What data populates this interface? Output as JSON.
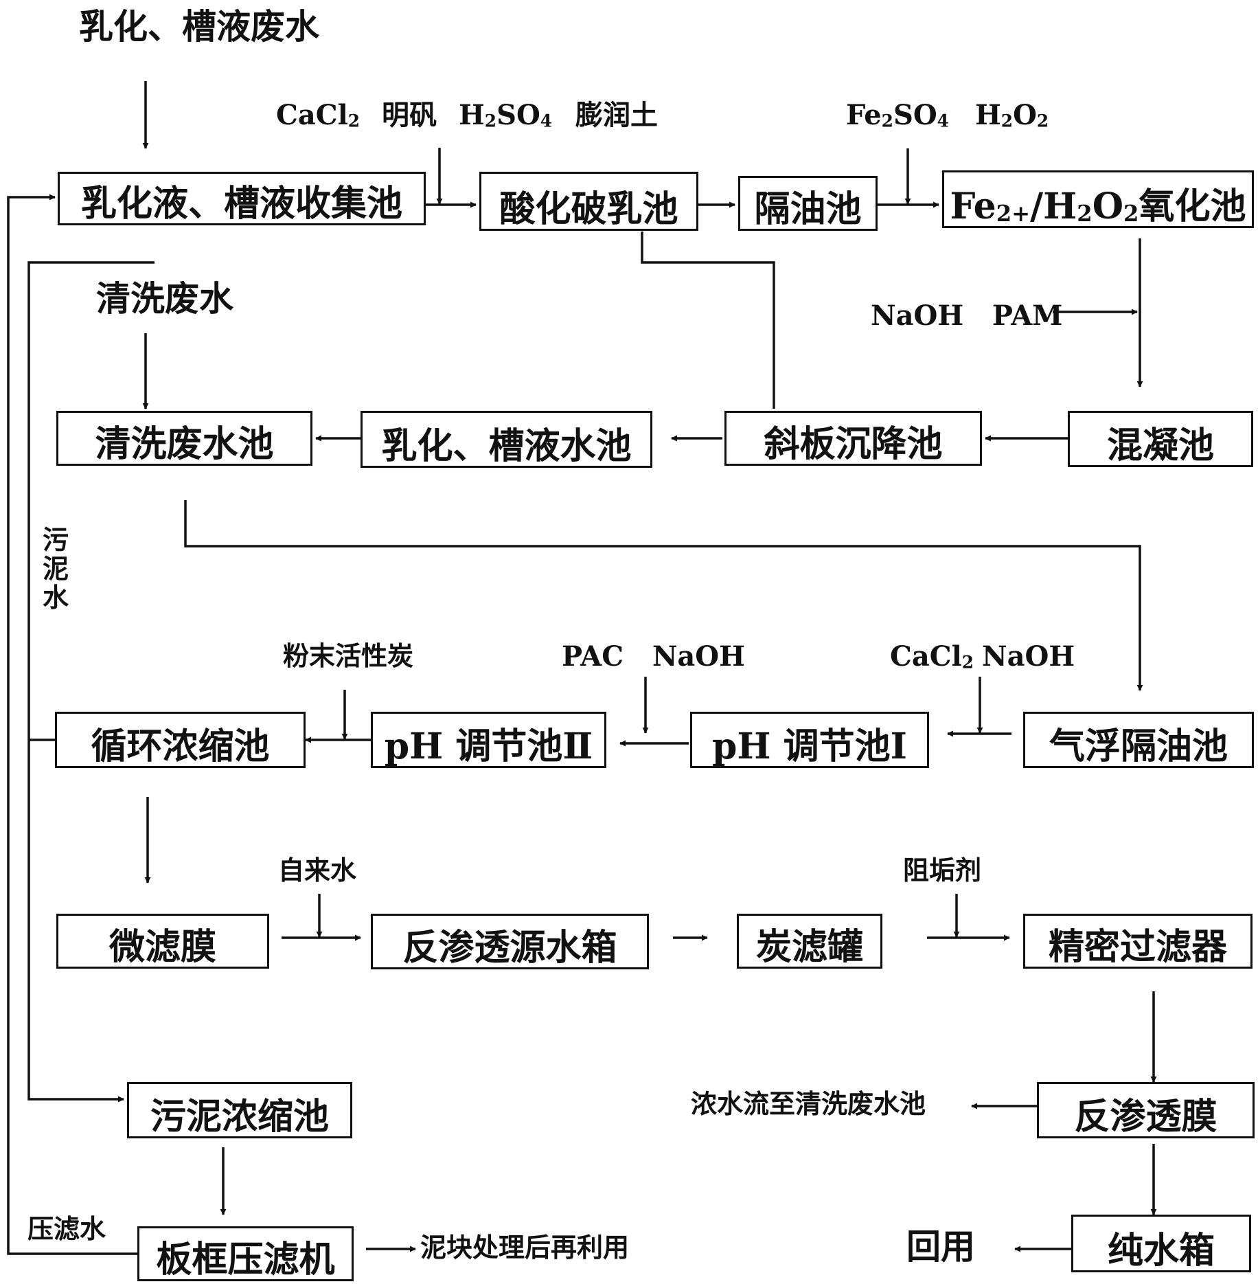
{
  "inputs": {
    "emulsion_wastewater": "乳化、槽液废水",
    "rinse_wastewater": "清洗废水"
  },
  "chemicals": {
    "cacl2_el": "Ca",
    "cacl2_cl": "Cl",
    "cacl2_sub": "2",
    "alum": "明矾",
    "h2so4_h": "H",
    "h2so4_sub1": "2",
    "h2so4_so": "SO",
    "h2so4_sub2": "4",
    "bentonite": "膨润土",
    "fe2so4_fe": "Fe",
    "fe2so4_sub1": "2",
    "fe2so4_so": "SO",
    "fe2so4_sub2": "4",
    "h2o2_h": "H",
    "h2o2_sub1": "2",
    "h2o2_o": "O",
    "h2o2_sub2": "2",
    "naoh_pam": "NaOH   PAM",
    "powdered_carbon": "粉末活性炭",
    "pac_naoh": "PAC   NaOH",
    "cacl2_b_ca": "CaCl",
    "cacl2_b_sub": "2",
    "naoh_b": "NaOH",
    "tap_water": "自来水",
    "antiscalant": "阻垢剂"
  },
  "boxes": {
    "collection_tank": "乳化液、槽液收集池",
    "acid_break_tank": "酸化破乳池",
    "oil_separator": "隔油池",
    "fenton_fe": "Fe",
    "fenton_sup": "2+",
    "fenton_slash_h": "/H",
    "fenton_sub1": "2",
    "fenton_o": "O",
    "fenton_sub2": "2",
    "fenton_tail": "氧化池",
    "rinse_tank": "清洗废水池",
    "emulsion_water_tank": "乳化、槽液水池",
    "inclined_settler": "斜板沉降池",
    "coagulation_tank": "混凝池",
    "circulation_tank": "循环浓缩池",
    "ph_tank_2": "pH 调节池Ⅱ",
    "ph_tank_1": "pH 调节池Ⅰ",
    "air_flotation": "气浮隔油池",
    "microfiltration": "微滤膜",
    "ro_feed_tank": "反渗透源水箱",
    "carbon_filter": "炭滤罐",
    "precision_filter": "精密过滤器",
    "sludge_thickener": "污泥浓缩池",
    "ro_membrane": "反渗透膜",
    "filter_press": "板框压滤机",
    "pure_water_tank": "纯水箱"
  },
  "labels": {
    "sludge_water": "污泥水",
    "press_water": "压滤水",
    "concentrate_return": "浓水流至清洗废水池",
    "sludge_cake_reuse": "泥块处理后再利用",
    "reuse": "回用"
  },
  "colors": {
    "ink": "#111111",
    "background": "#ffffff"
  }
}
